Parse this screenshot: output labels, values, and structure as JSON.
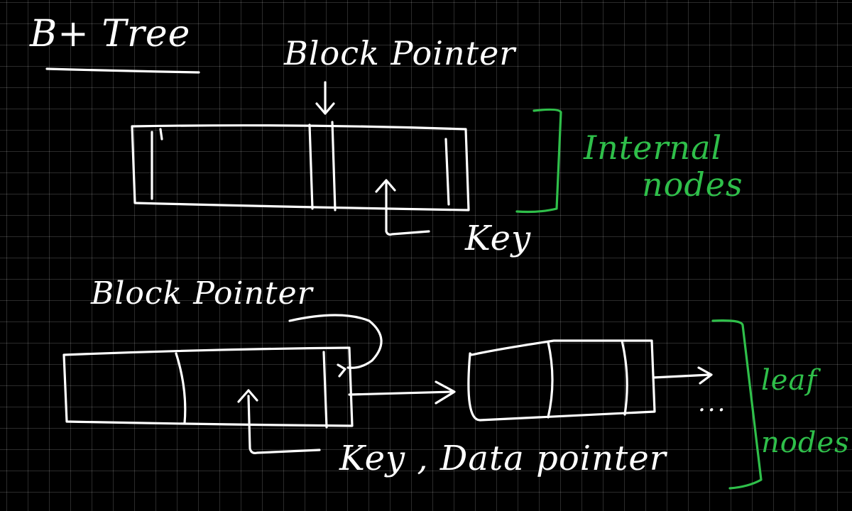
{
  "title": "B+ Tree",
  "labels": {
    "top_block_pointer": "Block Pointer",
    "key": "Key",
    "internal_line1": "Internal",
    "internal_line2": "nodes",
    "left_block_pointer": "Block Pointer",
    "key_data_pointer": "Key , Data pointer",
    "leaf_line1": "leaf",
    "leaf_line2": "nodes",
    "ellipsis": "..."
  },
  "colors": {
    "background": "#000000",
    "ink": "#ffffff",
    "annotation": "#2fbf4a"
  }
}
